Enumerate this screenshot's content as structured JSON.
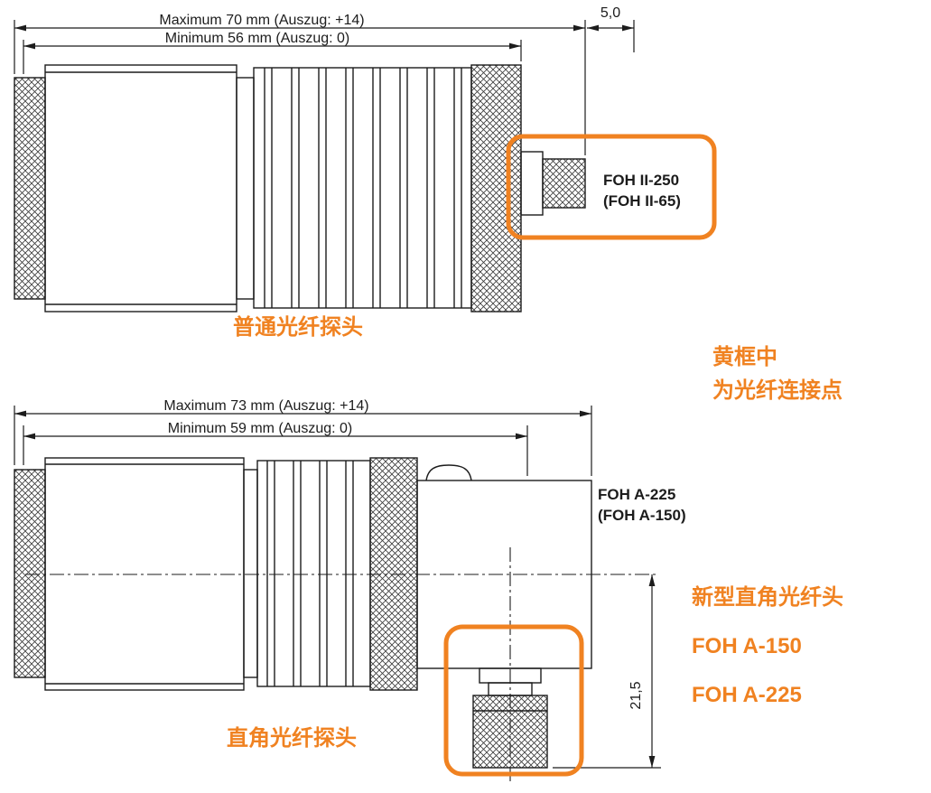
{
  "colors": {
    "accent_orange": "#F08221",
    "drawing_line": "#1c1c1c",
    "background": "#ffffff"
  },
  "straight_probe": {
    "dim_max": "Maximum 70 mm (Auszug: +14)",
    "dim_min": "Minimum 56 mm (Auszug: 0)",
    "dim_tip": "5,0",
    "model": "FOH II-250",
    "model_alt": "(FOH II-65)",
    "caption": "普通光纤探头"
  },
  "right_angle_probe": {
    "dim_max": "Maximum 73 mm (Auszug: +14)",
    "dim_min": "Minimum 59 mm (Auszug: 0)",
    "dim_height": "21,5",
    "model": "FOH A-225",
    "model_alt": "(FOH A-150)",
    "caption": "直角光纤探头"
  },
  "side_notes": {
    "highlight_line1": "黄框中",
    "highlight_line2": "为光纤连接点",
    "new_probe_title": "新型直角光纤头",
    "new_probe_model1": "FOH A-150",
    "new_probe_model2": "FOH A-225"
  }
}
